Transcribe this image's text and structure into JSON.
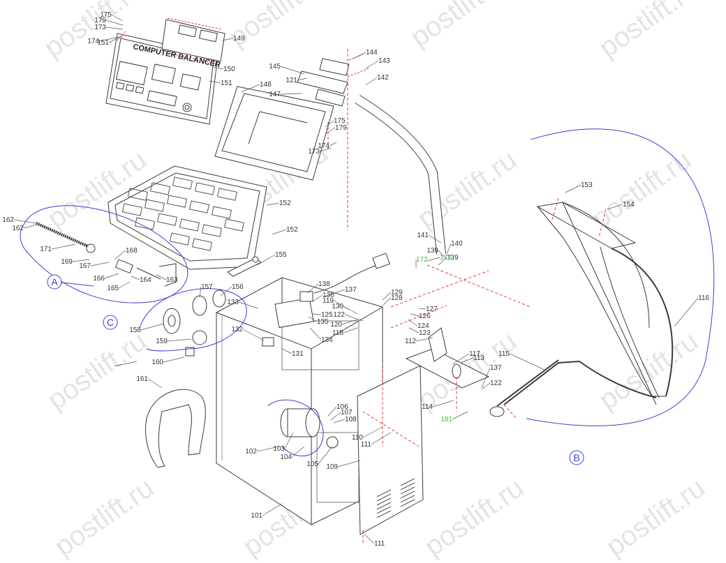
{
  "diagram": {
    "panel_title": "COMPUTER BALANCER",
    "watermark": "postlift.ru",
    "group_labels": [
      "A",
      "B",
      "C"
    ],
    "part_numbers": [
      "101",
      "102",
      "103",
      "104",
      "105",
      "106",
      "107",
      "108",
      "109",
      "110",
      "111",
      "112",
      "113",
      "114",
      "115",
      "116",
      "117",
      "118",
      "119",
      "120",
      "121",
      "122",
      "123",
      "124",
      "125",
      "126",
      "127",
      "128",
      "129",
      "130",
      "131",
      "132",
      "133",
      "134",
      "135",
      "136",
      "137",
      "138",
      "139",
      "140",
      "141",
      "142",
      "143",
      "144",
      "145",
      "147",
      "148",
      "149",
      "150",
      "151",
      "152",
      "153",
      "154",
      "155",
      "156",
      "157",
      "158",
      "159",
      "160",
      "161",
      "162",
      "163",
      "164",
      "165",
      "166",
      "167",
      "168",
      "169",
      "171",
      "172",
      "173",
      "174",
      "175",
      "179",
      "181"
    ],
    "colors": {
      "line": "#3a3a3a",
      "accent_red": "#e0383e",
      "group_blue": "#3b3fd1",
      "highlight_green": "#2fbf3a",
      "watermark": "#e4e4e4"
    }
  }
}
